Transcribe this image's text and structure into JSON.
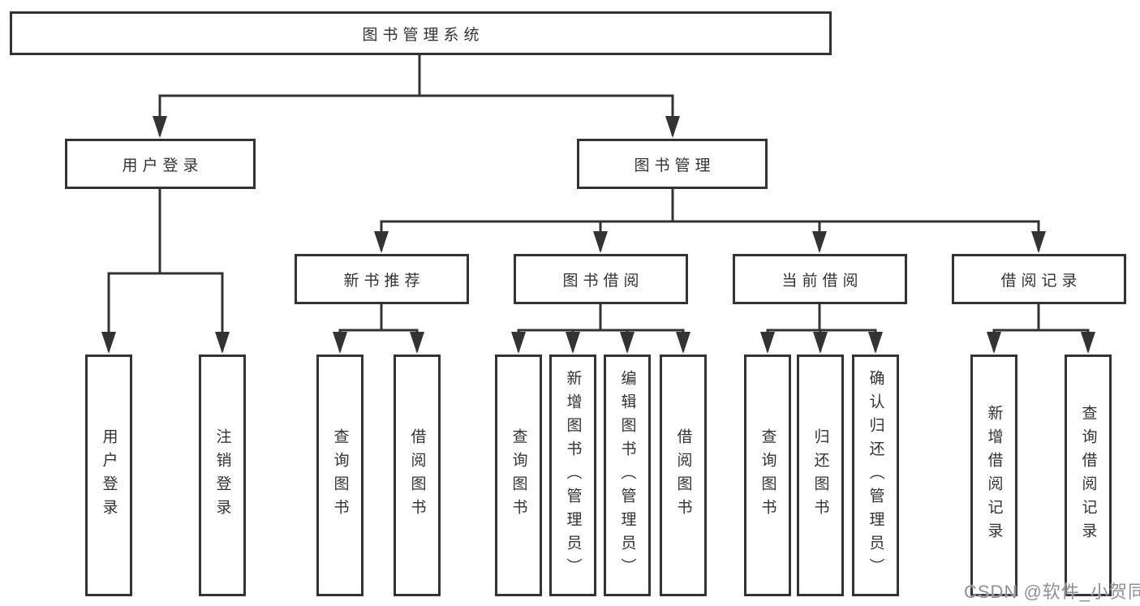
{
  "title": "图书管理系统",
  "level2": {
    "user_login": "用户登录",
    "book_management": "图书管理"
  },
  "level3": {
    "new_book_recommend": "新书推荐",
    "book_borrow": "图书借阅",
    "current_borrow": "当前借阅",
    "borrow_record": "借阅记录"
  },
  "leaves": {
    "user_login": [
      "用户登录",
      "注销登录"
    ],
    "new_book_recommend": [
      "查询图书",
      "借阅图书"
    ],
    "book_borrow": [
      "查询图书",
      "新增图书（管理员）",
      "编辑图书（管理员）",
      "借阅图书"
    ],
    "current_borrow": [
      "查询图书",
      "归还图书",
      "确认归还（管理员）"
    ],
    "borrow_record": [
      "新增借阅记录",
      "查询借阅记录"
    ]
  },
  "watermark": "CSDN @软件_小贺同学",
  "colors": {
    "line": "#333333",
    "text": "#333333",
    "watermark": "#8f9096",
    "background": "#ffffff"
  }
}
